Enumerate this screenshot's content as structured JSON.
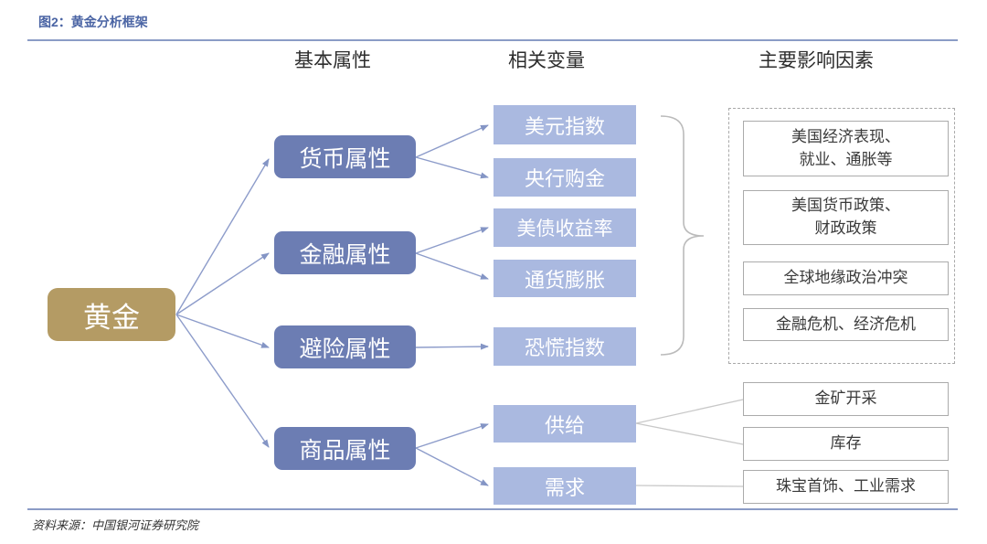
{
  "figure": {
    "title": "图2：黄金分析框架",
    "source": "资料来源：中国银河证券研究院"
  },
  "headers": {
    "basic_attributes": "基本属性",
    "related_variables": "相关变量",
    "main_factors": "主要影响因素"
  },
  "root": {
    "label": "黄金"
  },
  "attributes": [
    {
      "label": "货币属性"
    },
    {
      "label": "金融属性"
    },
    {
      "label": "避险属性"
    },
    {
      "label": "商品属性"
    }
  ],
  "variables": [
    {
      "label": "美元指数"
    },
    {
      "label": "央行购金"
    },
    {
      "label": "美债收益率"
    },
    {
      "label": "通货膨胀"
    },
    {
      "label": "恐慌指数"
    },
    {
      "label": "供给"
    },
    {
      "label": "需求"
    }
  ],
  "factors": [
    {
      "lines": [
        "美国经济表现、",
        "就业、通胀等"
      ]
    },
    {
      "lines": [
        "美国货币政策、",
        "财政政策"
      ]
    },
    {
      "label": "全球地缘政治冲突"
    },
    {
      "label": "金融危机、经济危机"
    }
  ],
  "commodity_factors": [
    {
      "label": "金矿开采"
    },
    {
      "label": "库存"
    },
    {
      "label": "珠宝首饰、工业需求"
    }
  ],
  "colors": {
    "title_blue": "#4a64a4",
    "rule_blue": "#8b9cc6",
    "gold_node": "#b49b64",
    "attribute_node": "#6c7db3",
    "variable_node": "#aab9e0",
    "arrow_blue": "#8d9cca",
    "line_gray": "#c8c8c8",
    "brace_gray": "#bbbbbb"
  }
}
